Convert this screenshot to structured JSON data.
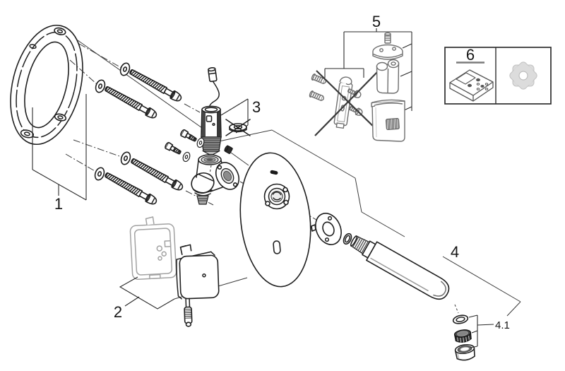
{
  "diagram": {
    "type": "exploded-parts-diagram",
    "labels": {
      "part1": "1",
      "part2": "2",
      "part3": "3",
      "part4": "4",
      "part4_1": "4.1",
      "part5": "5",
      "part6": "6"
    },
    "icons": [
      "remote-control-icon",
      "gear-icon",
      "not-included-cross-icon",
      "crossed-washer-icon"
    ],
    "colors": {
      "line": "#1f1f1f",
      "gray_line": "#a2a2a2",
      "dark_fill": "#2e2e2e",
      "gear_fill": "#dcdcdc",
      "background": "#ffffff"
    }
  }
}
